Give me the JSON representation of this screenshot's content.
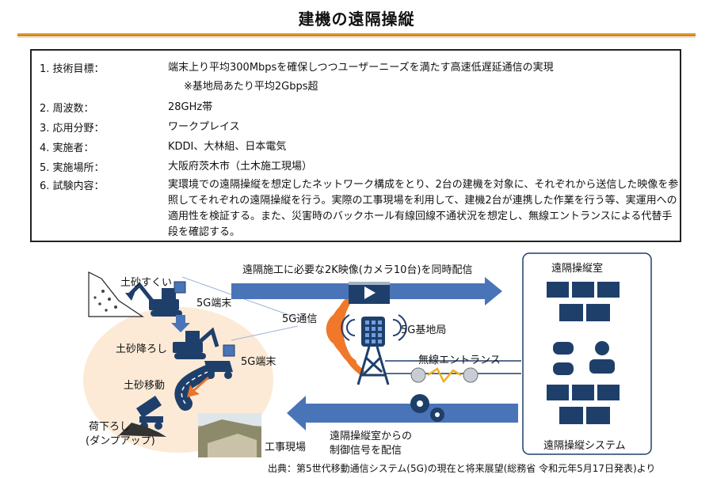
{
  "title": "建機の遠隔操縦",
  "spec": [
    {
      "label": "1. 技術目標：",
      "value": "端末上り平均300Mbpsを確保しつつユーザーニーズを満たす高速低遅延通信の実現",
      "note": "※基地局あたり平均2Gbps超"
    },
    {
      "label": "2. 周波数：",
      "value": "28GHz帯"
    },
    {
      "label": "3. 応用分野：",
      "value": "ワークプレイス"
    },
    {
      "label": "4. 実施者：",
      "value": "KDDI、大林組、日本電気"
    },
    {
      "label": "5. 実施場所：",
      "value": "大阪府茨木市（土木施工現場）"
    },
    {
      "label": "6. 試験内容：",
      "value": "実環境での遠隔操縦を想定したネットワーク構成をとり、2台の建機を対象に、それぞれから送信した映像を参照してそれぞれの遠隔操縦を行う。実際の工事現場を利用して、建機2台が連携した作業を行う等、実運用への適用性を検証する。また、災害時のバックホール有線回線不通状況を想定し、無線エントランスによる代替手段を確認する。"
    }
  ],
  "diagram": {
    "dig": "土砂すくい",
    "unload": "土砂降ろし",
    "move": "土砂移動",
    "dump_line1": "荷下ろし",
    "dump_line2": "(ダンプアップ)",
    "terminal_a": "5G端末",
    "terminal_b": "5G端末",
    "comm": "5G通信",
    "base_station": "5G基地局",
    "wireless_entrance": "無線エントランス",
    "video_arrow": "遠隔施工に必要な2K映像(カメラ10台)を同時配信",
    "control_line1": "遠隔操縦室からの",
    "control_line2": "制御信号を配信",
    "site": "工事現場",
    "room": "遠隔操縦室",
    "system": "遠隔操縦システム"
  },
  "source": "出典：第5世代移動通信システム(5G)の現在と将来展望(総務省 令和元年5月17日発表)より",
  "colors": {
    "accent": "#e9a43a",
    "blue_arrow": "#4a74b8",
    "equipment": "#1f3f6b",
    "wave": "#f0782a"
  }
}
